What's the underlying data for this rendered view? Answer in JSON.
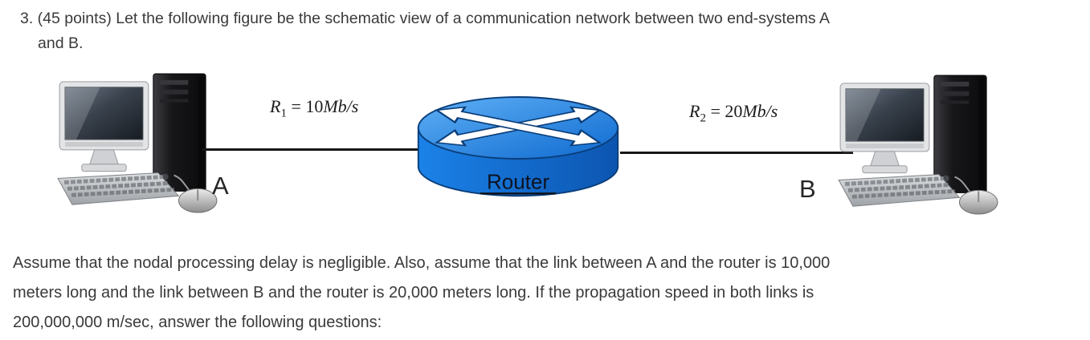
{
  "question": {
    "lines": [
      "3. (45 points) Let the following figure be the schematic view of a communication network between two end-systems A",
      "and B."
    ]
  },
  "figure": {
    "link1": {
      "var": "R",
      "sub": "1",
      "eq": " = ",
      "val": "10",
      "unit": "Mb/s"
    },
    "link2": {
      "var": "R",
      "sub": "2",
      "eq": " = ",
      "val": "20",
      "unit": "Mb/s"
    },
    "router_label": "Router",
    "node_a": "A",
    "node_b": "B",
    "icons": {
      "left": "desktop-computer-icon",
      "center": "router-icon",
      "right": "desktop-computer-icon"
    }
  },
  "assumptions": {
    "lines": [
      "Assume that the nodal processing delay is negligible. Also, assume that the link between A and the router is 10,000",
      "meters long and the link between B and the router is 20,000 meters long. If the propagation speed in both links is",
      "200,000,000 m/sec, answer the following questions:"
    ]
  },
  "colors": {
    "text": "#3a3a3a",
    "router_blue_top": "#5fb0f5",
    "router_blue_side": "#0c55b0",
    "router_outline": "#0a3e7a",
    "link_line": "#161616"
  }
}
